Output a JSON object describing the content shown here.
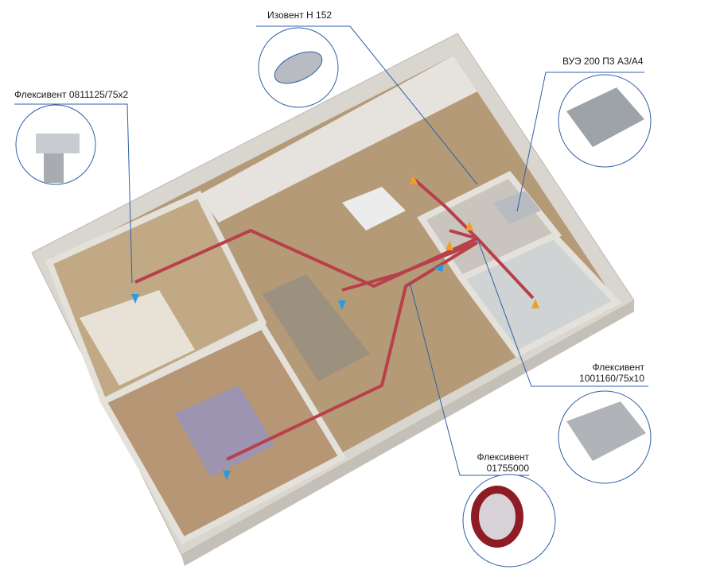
{
  "labels": {
    "isovent": "Изовент Н 152",
    "vue": "ВУЭ 200 П3 А3/А4",
    "flex1_name": "Флексивент",
    "flex1_code": "0811125/75х2",
    "flex2_name": "Флексивент",
    "flex2_code": "1001160/75х10",
    "flex3_name": "Флексивент",
    "flex3_code": "01755000"
  },
  "colors": {
    "leader": "#2f5fa8",
    "duct": "#b8404a",
    "supply": "#2a9be0",
    "exhaust": "#f0a020"
  }
}
